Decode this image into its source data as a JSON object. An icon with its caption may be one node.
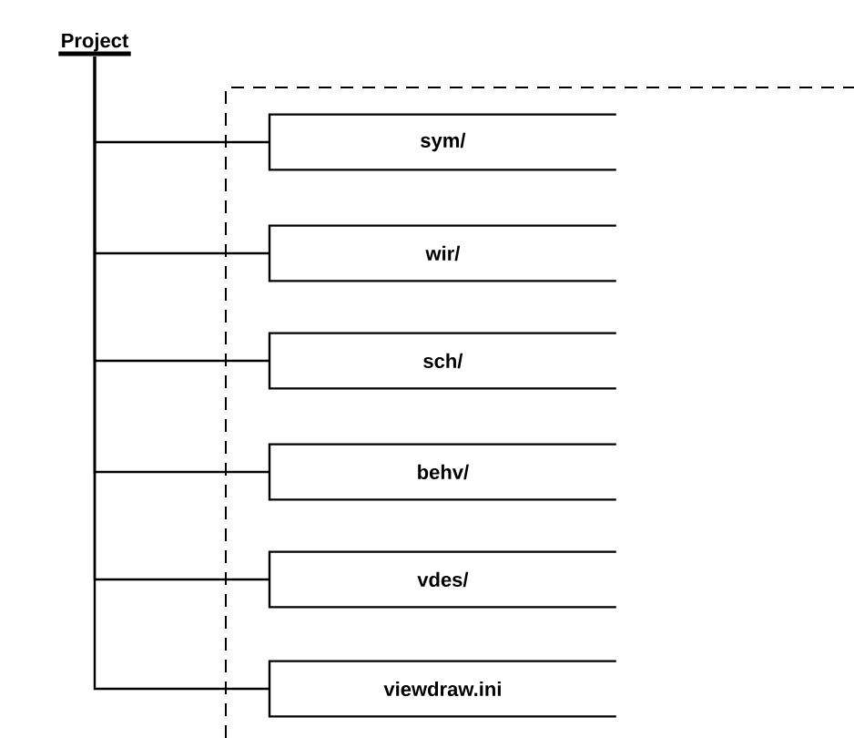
{
  "diagram": {
    "nodes": [
      {
        "text": [
          "Project"
        ]
      },
      {
        "text": [
          "sym/"
        ]
      },
      {
        "text": [
          "wir/"
        ]
      },
      {
        "text": [
          "sch/"
        ]
      },
      {
        "text": [
          "behv/"
        ]
      },
      {
        "text": [
          "vdes/"
        ]
      },
      {
        "text": [
          "viewdraw.ini"
        ]
      }
    ],
    "edges": [
      {
        "from": 0,
        "to": 1,
        "arrow": "none"
      },
      {
        "from": 0,
        "to": 2,
        "arrow": "none"
      },
      {
        "from": 0,
        "to": 3,
        "arrow": "none"
      },
      {
        "from": 0,
        "to": 4,
        "arrow": "none"
      },
      {
        "from": 0,
        "to": 5,
        "arrow": "none"
      },
      {
        "from": 0,
        "to": 6,
        "arrow": "none"
      }
    ]
  }
}
